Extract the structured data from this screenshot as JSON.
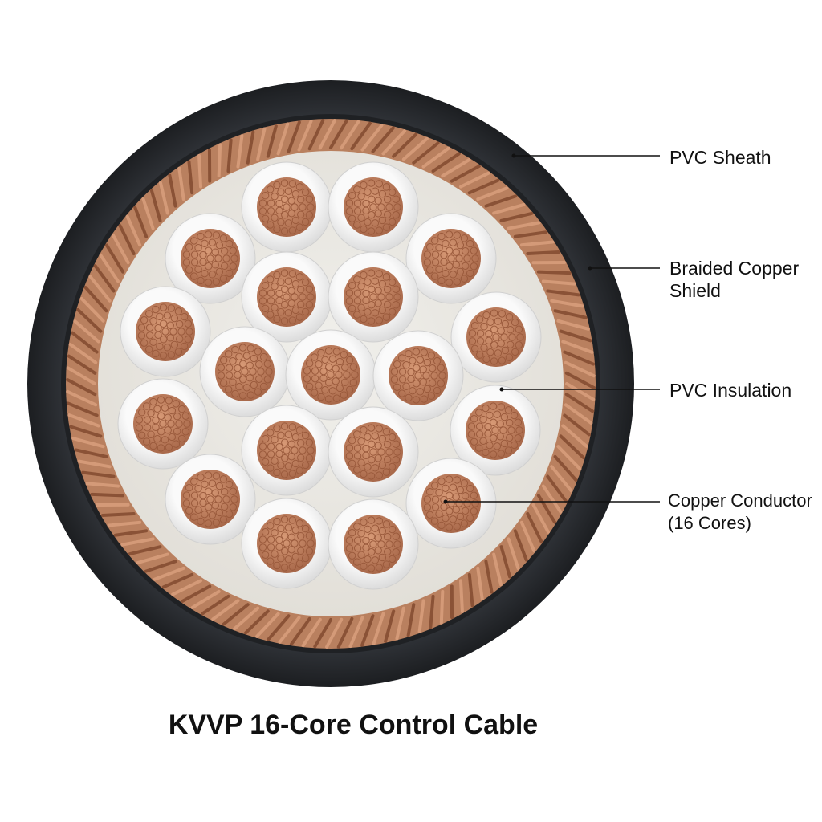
{
  "title": "KVVP 16-Core Control Cable",
  "labels": {
    "sheath": [
      "PVC Sheath"
    ],
    "shield": [
      "Braided Copper",
      "Shield"
    ],
    "insulation": [
      "PVC Insulation"
    ],
    "conductor": [
      "Copper Conductor",
      "(16 Cores)"
    ]
  },
  "colors": {
    "sheath": "#26292d",
    "braid": "#b87a58",
    "braid_dark": "#8a5236",
    "filler": "#ebe9e4",
    "insulation": "#f4f4f4",
    "conductor": "#c98a68",
    "conductor_dark": "#9a5a3c",
    "leader": "#111111"
  },
  "icons": [
    "cable-cross-section"
  ]
}
